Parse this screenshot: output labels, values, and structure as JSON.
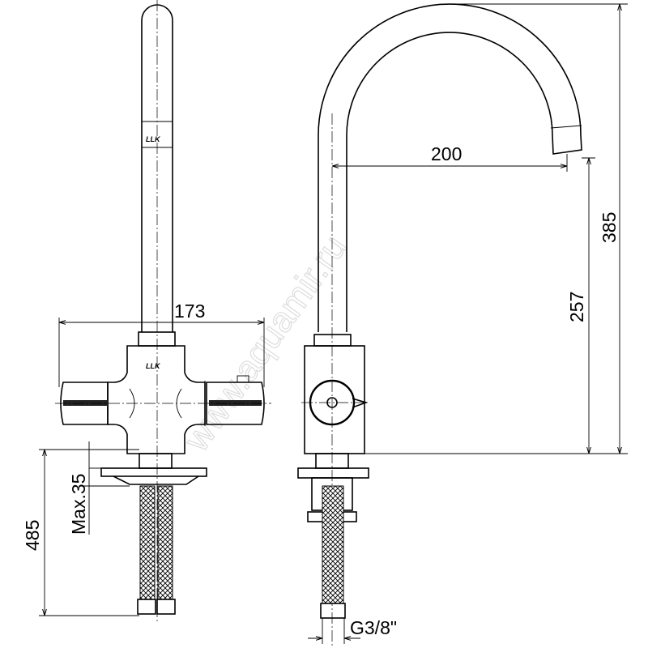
{
  "drawing": {
    "dimensions": {
      "handle_width": "173",
      "spout_reach": "200",
      "total_height": "385",
      "spout_height": "257",
      "hose_length": "485",
      "max_counter_thickness": "Max.35",
      "connection_thread": "G3/8\""
    },
    "brand_logo": "LLK",
    "watermark": "www.aquamir.ru"
  }
}
